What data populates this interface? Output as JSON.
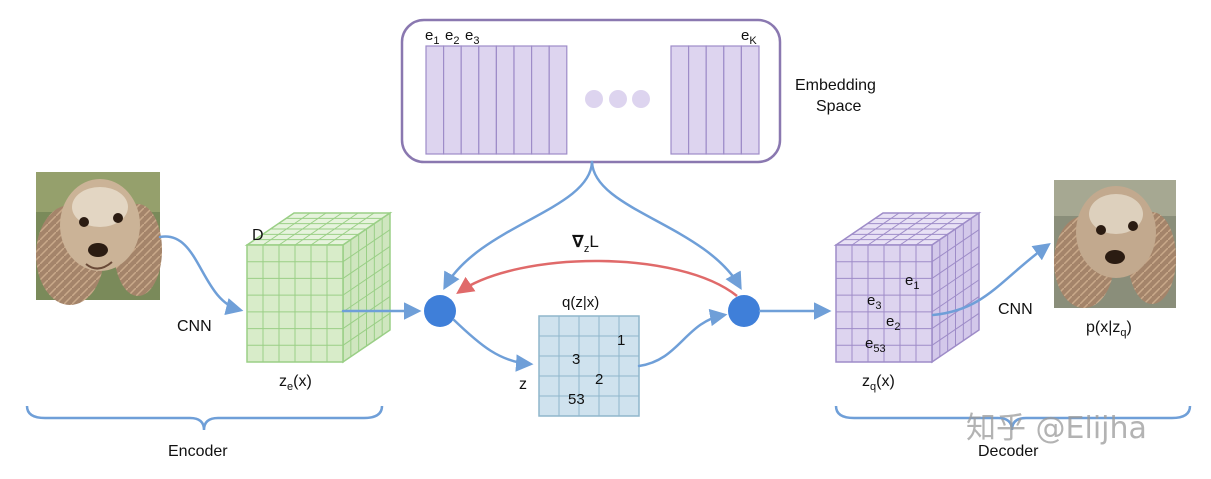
{
  "colors": {
    "arrow_blue": "#6f9fd8",
    "node_blue": "#3f7fd9",
    "gradient_red": "#e06a6a",
    "encoder_green_face": "#d8ecc9",
    "encoder_green_line": "#9acf86",
    "embed_purple_face": "#ddd4ef",
    "embed_purple_line": "#9e8cc8",
    "embed_box_border": "#8a78b0",
    "grid_blue_face": "#cfe2ee",
    "grid_blue_line": "#8fb6cc"
  },
  "embedding": {
    "label_line1": "Embedding",
    "label_line2": "Space",
    "vec_e": "e",
    "sub_1": "1",
    "sub_2": "2",
    "sub_3": "3",
    "sub_K": "K"
  },
  "encoder": {
    "cnn_label": "CNN",
    "dim_label": "D",
    "ze_z": "z",
    "ze_sub": "e",
    "ze_x": "(x)",
    "brace_label": "Encoder"
  },
  "gradient": {
    "nabla": "∇",
    "sub": "z",
    "L": "L"
  },
  "quantize": {
    "q_label": "q(z|x)",
    "z_label": "z",
    "cell_1": "1",
    "cell_3": "3",
    "cell_2": "2",
    "cell_53": "53"
  },
  "decoder": {
    "zq_z": "z",
    "zq_sub": "q",
    "zq_x": "(x)",
    "cube_e": "e",
    "cube_sub_1": "1",
    "cube_sub_3": "3",
    "cube_sub_2": "2",
    "cube_sub_53": "53",
    "cnn_label": "CNN",
    "p_label": "p(x|z",
    "p_sub": "q",
    "p_close": ")",
    "brace_label": "Decoder"
  },
  "watermark": "知乎 @Elijha"
}
